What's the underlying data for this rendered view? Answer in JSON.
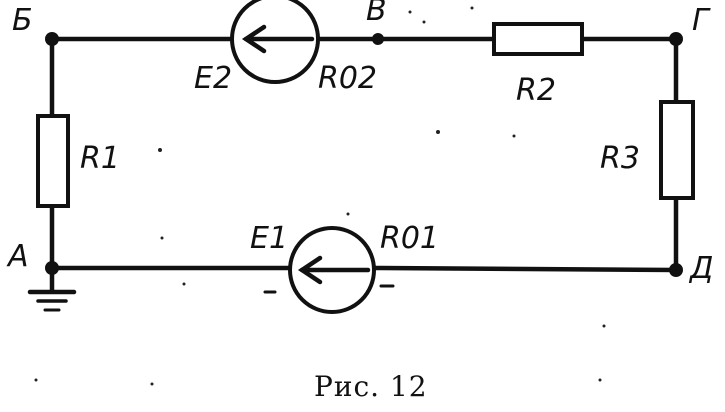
{
  "nodes": {
    "a": "А",
    "b": "Б",
    "v": "В",
    "g": "Г",
    "d": "Д"
  },
  "components": {
    "r1": "R1",
    "r2": "R2",
    "r3": "R3",
    "e1": "E1",
    "r01": "R01",
    "e2": "E2",
    "r02": "R02"
  },
  "caption": "Рис. 12",
  "colors": {
    "ink": "#111111",
    "paper": "#ffffff"
  }
}
